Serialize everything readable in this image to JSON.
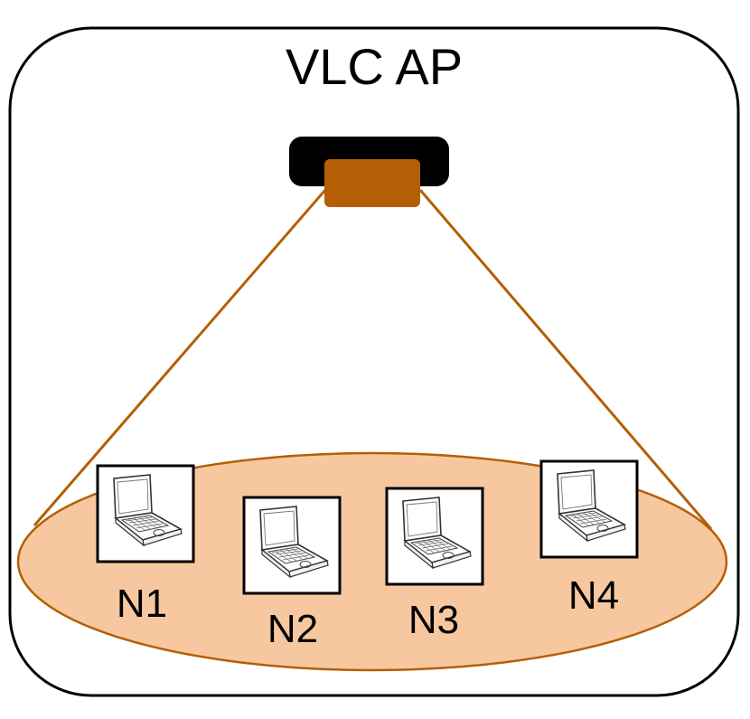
{
  "title": "VLC AP",
  "nodes": [
    {
      "label": "N1"
    },
    {
      "label": "N2"
    },
    {
      "label": "N3"
    },
    {
      "label": "N4"
    }
  ],
  "icons": {
    "access_point": "vlc-ap-icon",
    "node": "laptop-icon"
  },
  "colors": {
    "beam": "#b45f06",
    "coverage_fill": "#f7c89f",
    "coverage_stroke": "#b45f06",
    "ap_body": "#000000",
    "ap_led": "#b45f06",
    "frame": "#000000"
  }
}
